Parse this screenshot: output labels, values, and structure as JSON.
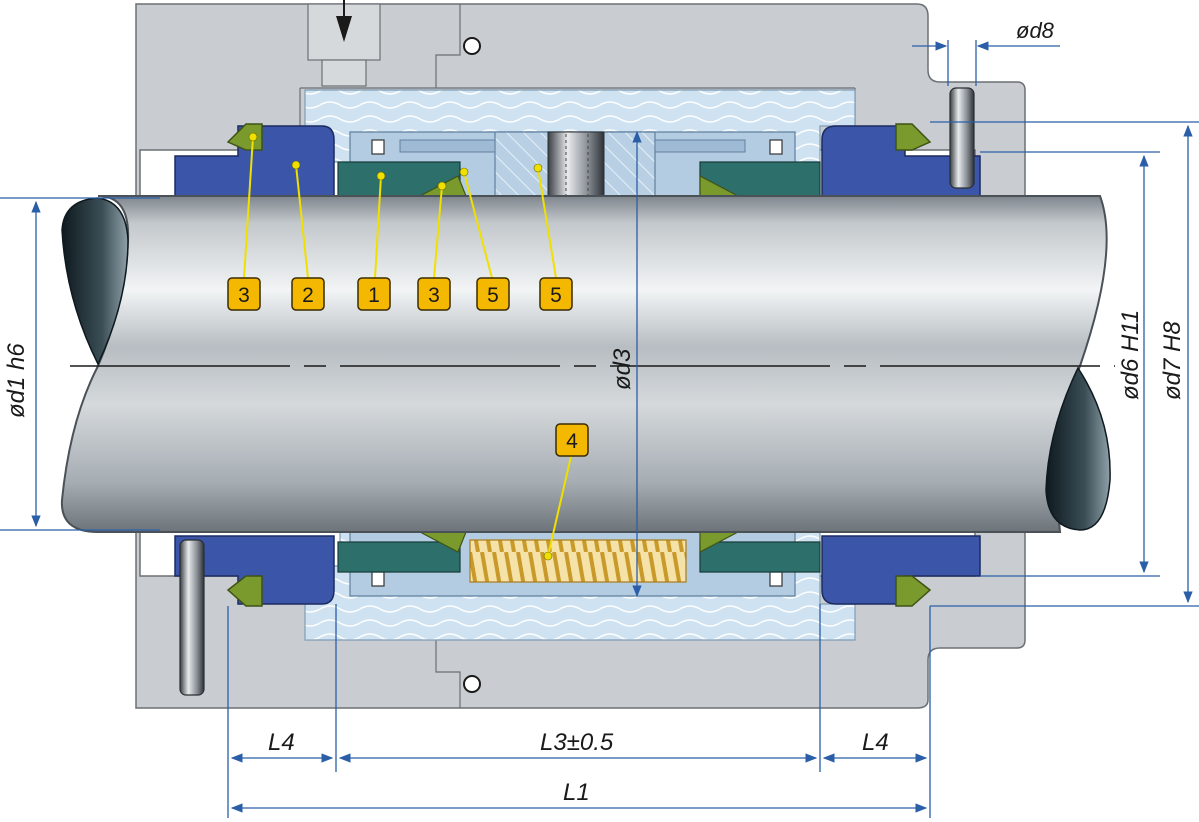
{
  "diagram": {
    "part_labels": [
      "3",
      "2",
      "1",
      "3",
      "5",
      "5",
      "4"
    ],
    "dimensions": {
      "d8": "ød8",
      "d1": "ød1 h6",
      "d3": "ød3",
      "d6": "ød6 H11",
      "d7": "ød7 H8",
      "L4_left": "L4",
      "L3": "L3±0.5",
      "L4_right": "L4",
      "L1": "L1"
    },
    "colors": {
      "housing": "#c8ccd0",
      "shaft": "#b8bec4",
      "seal_face_blue": "#3b55a8",
      "rotating_ring_teal": "#2c6e6a",
      "oring_green": "#7a9a2e",
      "sleeve_lightblue": "#c6dcee",
      "spring": "#e8c060",
      "badge": "#f5b800",
      "dimension_line": "#2a5fa8"
    }
  }
}
